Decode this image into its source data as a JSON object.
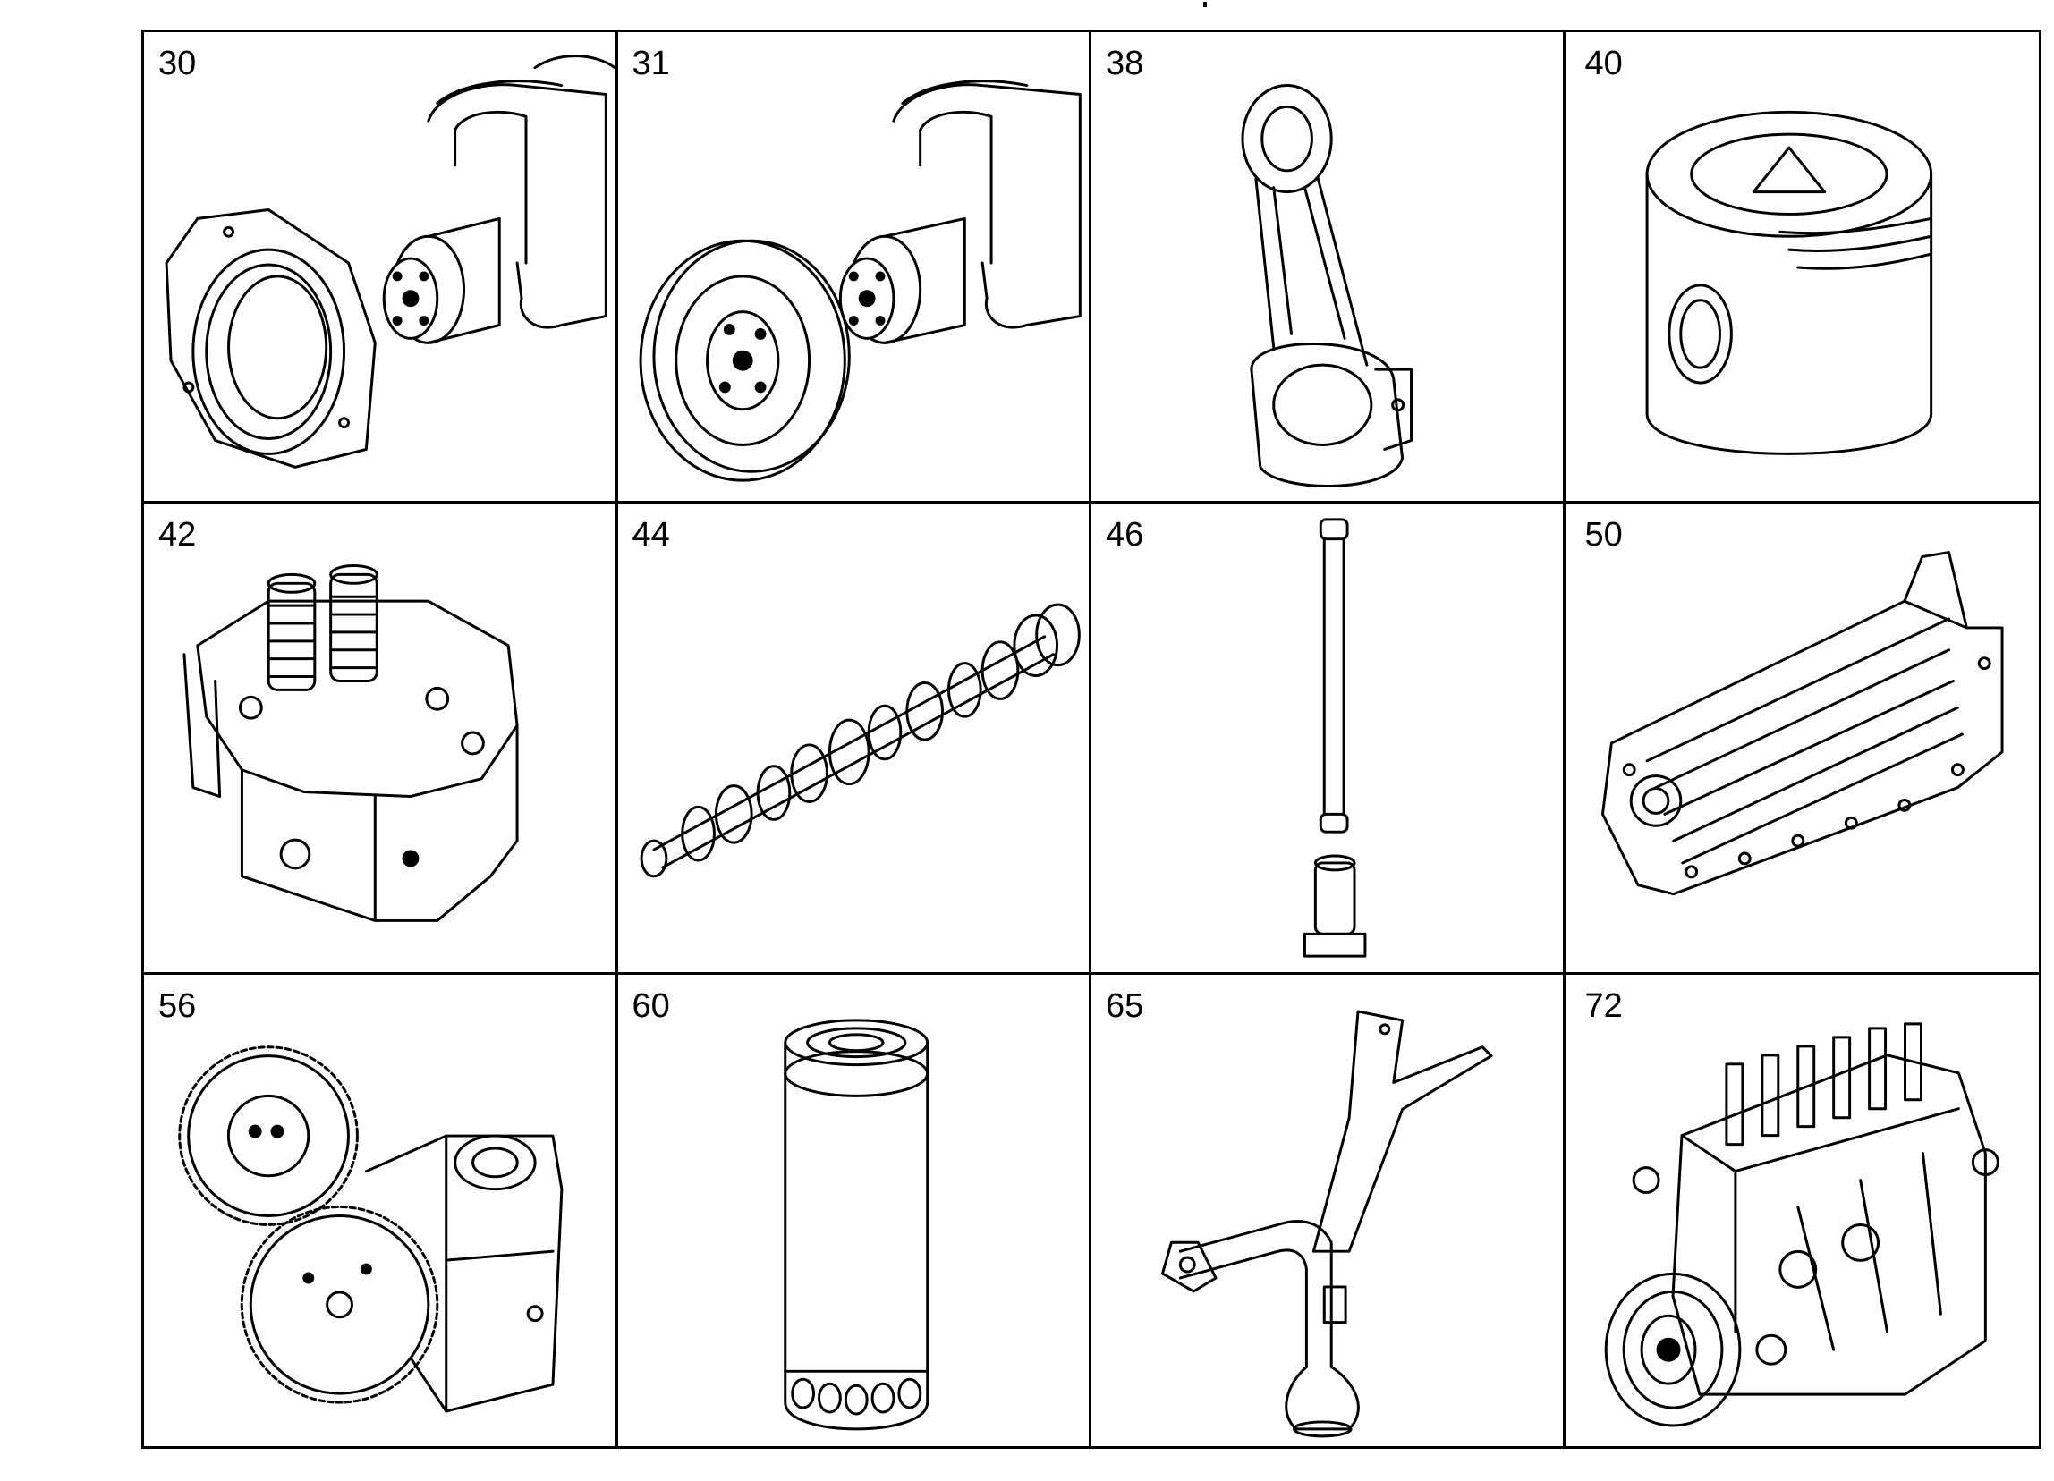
{
  "parts": [
    {
      "number": "30",
      "icon": "crankshaft-with-rear-seal-icon"
    },
    {
      "number": "31",
      "icon": "crankshaft-with-pulley-icon"
    },
    {
      "number": "38",
      "icon": "connecting-rod-icon"
    },
    {
      "number": "40",
      "icon": "piston-icon"
    },
    {
      "number": "42",
      "icon": "cylinder-head-icon"
    },
    {
      "number": "44",
      "icon": "camshaft-icon"
    },
    {
      "number": "46",
      "icon": "pushrod-and-tappet-icon"
    },
    {
      "number": "50",
      "icon": "oil-cooler-icon"
    },
    {
      "number": "56",
      "icon": "oil-pump-icon"
    },
    {
      "number": "60",
      "icon": "oil-filter-icon"
    },
    {
      "number": "65",
      "icon": "oil-suction-pipe-icon"
    },
    {
      "number": "72",
      "icon": "injection-pump-icon"
    }
  ]
}
